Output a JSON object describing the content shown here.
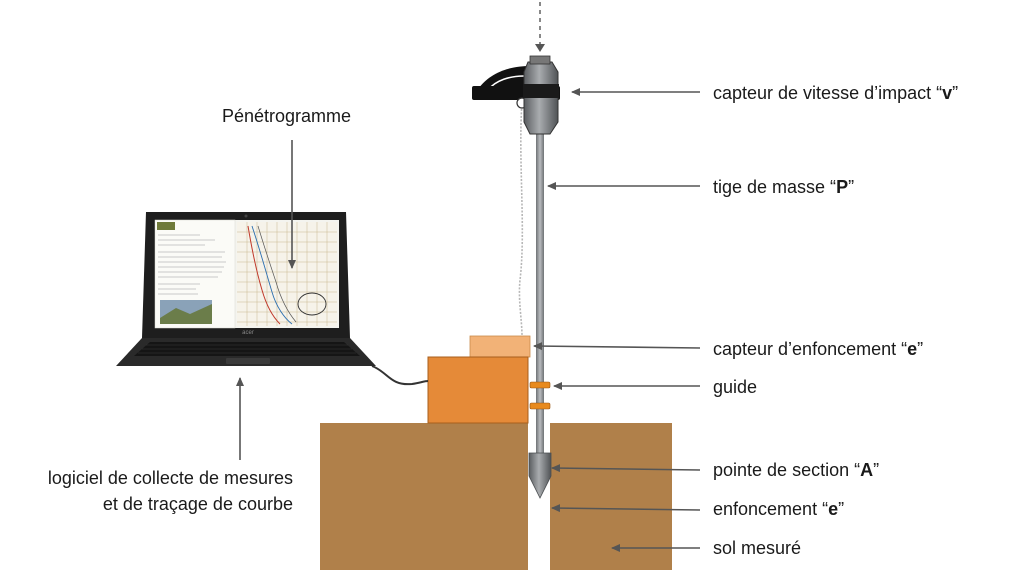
{
  "labels": {
    "penetrogramme": "Pénétrogramme",
    "software_line1": "logiciel de collecte de mesures",
    "software_line2": "et de traçage de courbe",
    "impact_sensor_prefix": "capteur de vitesse d’impact “",
    "impact_sensor_var": "v",
    "rod_prefix": "tige de masse “",
    "rod_var": "P",
    "depth_sensor_prefix": "capteur d’enfoncement “",
    "depth_sensor_var": "e",
    "guide": "guide",
    "tip_prefix": "pointe de section “",
    "tip_var": "A",
    "penetration_prefix": "enfoncement “",
    "penetration_var": "e",
    "soil": "sol mesuré",
    "quote_close": "”"
  },
  "laptop": {
    "brand": "acer"
  },
  "colors": {
    "soil": "#b0804a",
    "box_dark": "#e58a38",
    "box_light": "#f2b277",
    "guide": "#e88a1f",
    "rod": "#8a8d90",
    "laptop": "#1e1e1e",
    "arrow": "#555555"
  }
}
